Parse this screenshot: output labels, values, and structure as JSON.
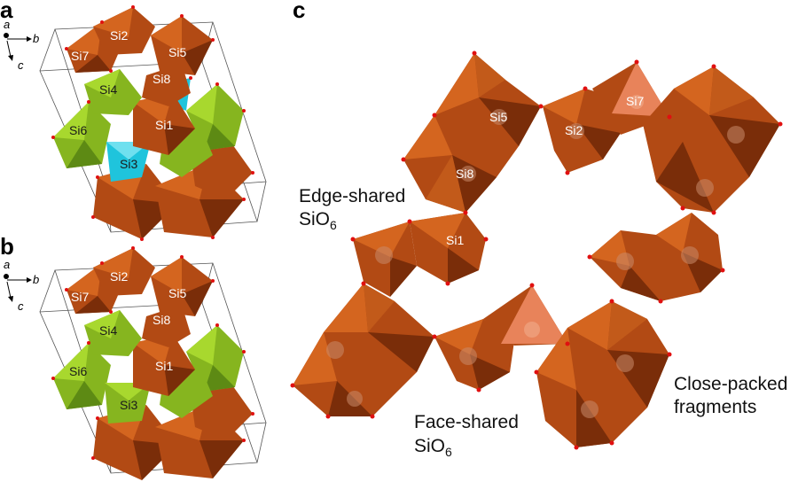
{
  "colors": {
    "orange_light": "#d4651f",
    "orange_mid": "#b24a14",
    "orange_dark": "#7a2d09",
    "orange_face": "#e8835a",
    "green_light": "#a8d82e",
    "green_mid": "#86b51f",
    "green_dark": "#5d8a14",
    "cyan": "#1fc4dc",
    "oxygen_red": "#e01010"
  },
  "panels": [
    {
      "letter": "a",
      "axes": {
        "a": "a",
        "b": "b",
        "c": "c"
      },
      "labels": [
        "Si2",
        "Si7",
        "Si5",
        "Si4",
        "Si8",
        "Si6",
        "Si1",
        "Si3"
      ]
    },
    {
      "letter": "b",
      "axes": {
        "a": "a",
        "b": "b",
        "c": "c"
      },
      "labels": [
        "Si2",
        "Si7",
        "Si5",
        "Si8",
        "Si4",
        "Si6",
        "Si1",
        "Si3"
      ]
    },
    {
      "letter": "c",
      "labels": [
        "Si7",
        "Si5",
        "Si2",
        "Si8",
        "Si1"
      ],
      "annotations": {
        "edge_line1": "Edge-shared",
        "edge_line2_main": "SiO",
        "edge_line2_sub": "6",
        "face_line1": "Face-shared",
        "face_line2_main": "SiO",
        "face_line2_sub": "6",
        "close_line1": "Close-packed",
        "close_line2": "fragments"
      }
    }
  ]
}
